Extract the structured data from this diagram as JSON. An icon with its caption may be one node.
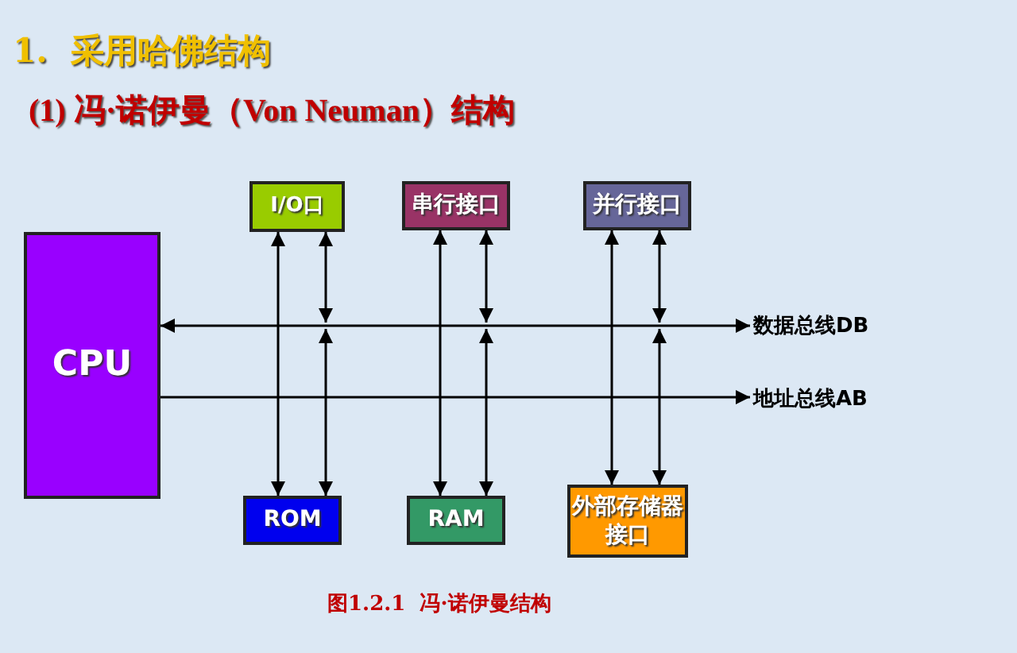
{
  "diagram": {
    "title": "1.  采用哈佛结构",
    "caption": "图1.2.1  冯·诺伊曼结构",
    "nodes": [
      {
        "text": [
          "CPU"
        ]
      },
      {
        "text": [
          "I/O口"
        ]
      },
      {
        "text": [
          "串行接口"
        ]
      },
      {
        "text": [
          "并行接口"
        ]
      },
      {
        "text": [
          "ROM"
        ]
      },
      {
        "text": [
          "RAM"
        ]
      },
      {
        "text": [
          "外部存储器接口"
        ]
      },
      {
        "text": [
          "数据总线DB"
        ]
      },
      {
        "text": [
          "地址总线AB"
        ]
      }
    ],
    "edges": [
      {
        "from": 0,
        "to": 7,
        "arrow": "both"
      },
      {
        "from": 0,
        "to": 8,
        "arrow": "to"
      },
      {
        "from": 1,
        "to": 4,
        "arrow": "both"
      },
      {
        "from": null,
        "to": 1,
        "arrow": "both"
      },
      {
        "from": null,
        "to": 4,
        "arrow": "both"
      },
      {
        "from": 2,
        "to": 5,
        "arrow": "both"
      },
      {
        "from": null,
        "to": 2,
        "arrow": "both"
      },
      {
        "from": null,
        "to": 5,
        "arrow": "both"
      },
      {
        "from": 3,
        "to": 6,
        "arrow": "both"
      },
      {
        "from": null,
        "to": 3,
        "arrow": "both"
      },
      {
        "from": null,
        "to": 6,
        "arrow": "both"
      }
    ],
    "labels": [
      "(1) 冯·诺伊曼（Von Neuman）结构"
    ]
  }
}
